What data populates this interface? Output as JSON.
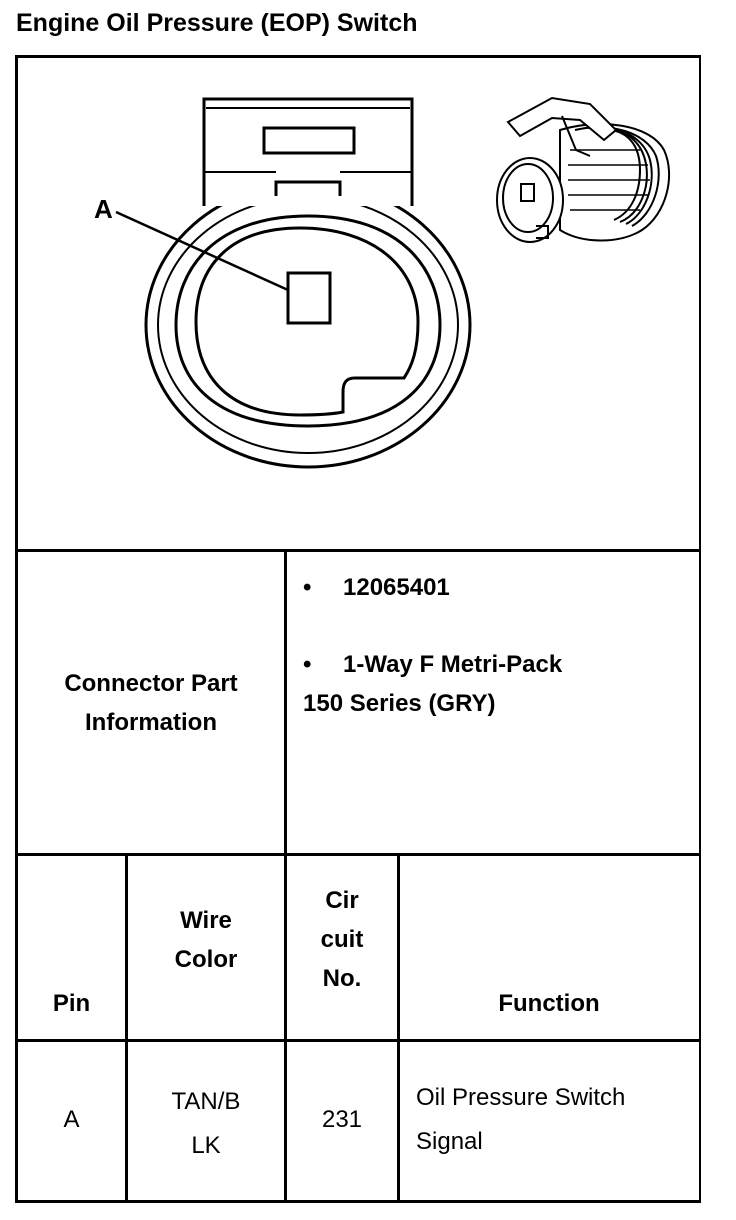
{
  "document": {
    "title": "Engine Oil Pressure (EOP) Switch"
  },
  "diagram": {
    "pin_callout": "A"
  },
  "connector_info": {
    "label_line1": "Connector Part",
    "label_line2": "Information",
    "bullet_glyph": "•",
    "part_number": "12065401",
    "description_line1": "1-Way F Metri-Pack",
    "description_line2": "150 Series (GRY)"
  },
  "pin_table": {
    "headers": {
      "pin": "Pin",
      "wire_color_line1": "Wire",
      "wire_color_line2": "Color",
      "circuit_line1": "Cir",
      "circuit_line2": "cuit",
      "circuit_line3": "No.",
      "function": "Function"
    },
    "rows": [
      {
        "pin": "A",
        "wire_color_line1": "TAN/B",
        "wire_color_line2": "LK",
        "circuit": "231",
        "function_line1": "Oil Pressure Switch",
        "function_line2": "Signal"
      }
    ]
  }
}
